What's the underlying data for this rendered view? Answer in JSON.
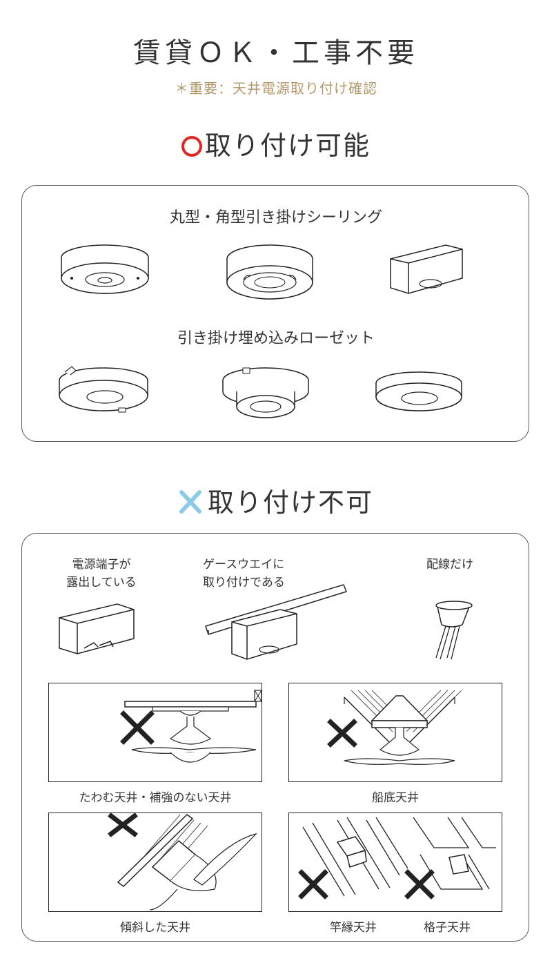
{
  "header": {
    "title": "賃貸ＯＫ・工事不要",
    "subtitle": "＊重要：天井電源取り付け確認"
  },
  "ok_section": {
    "heading": "取り付け可能",
    "mark_color": "#e0261f",
    "group1_label": "丸型・角型引き掛けシーリング",
    "group2_label": "引き掛け埋め込みローゼット"
  },
  "ng_section": {
    "heading": "取り付け不可",
    "mark_color": "#8ccbe8",
    "item1_line1": "電源端子が",
    "item1_line2": "露出している",
    "item2_line1": "ゲースウエイに",
    "item2_line2": "取り付けである",
    "item3": "配線だけ",
    "panel1_caption": "たわむ天井・補強のない天井",
    "panel2_caption": "船底天井",
    "panel3_caption": "傾斜した天井",
    "panel4_caption_left": "竿縁天井",
    "panel4_caption_right": "格子天井"
  },
  "colors": {
    "accent_gold": "#b5986a",
    "cross_black": "#222222"
  }
}
